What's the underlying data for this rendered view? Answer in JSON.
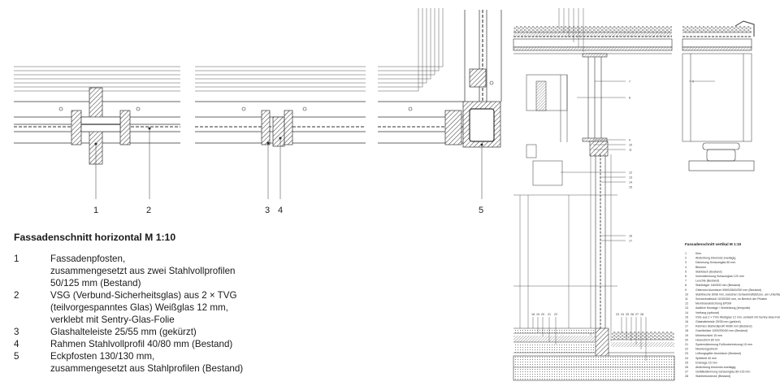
{
  "horizontal": {
    "title": "Fassadenschnitt horizontal M 1:10",
    "callouts": [
      "1",
      "2",
      "3",
      "4",
      "5"
    ],
    "items": [
      {
        "n": "1",
        "text": "Fassadenpfosten,\nzusammengesetzt aus zwei Stahlvollprofilen\n50/125 mm (Bestand)"
      },
      {
        "n": "2",
        "text": "VSG (Verbund-Sicherheitsglas) aus 2 × TVG\n(teilvorgespanntes Glas) Weißglas 12 mm,\nverklebt mit Sentry-Glas-Folie"
      },
      {
        "n": "3",
        "text": "Glashalteleiste 25/55 mm (gekürzt)"
      },
      {
        "n": "4",
        "text": "Rahmen Stahlvollprofil 40/80 mm (Bestand)"
      },
      {
        "n": "5",
        "text": "Eckpfosten 130/130 mm,\nzusammengesetzt aus Stahlprofilen (Bestand)"
      }
    ]
  },
  "vertical": {
    "title": "Fassadenschnitt vertikal M 1:10",
    "callouts_right": [
      "7",
      "8",
      "9",
      "10",
      "11",
      "12",
      "13",
      "14",
      "15",
      "16",
      "17"
    ],
    "callouts_left": [
      "9"
    ],
    "callouts_bottom": [
      "18",
      "19",
      "20",
      "21",
      "22",
      "23",
      "24",
      "25",
      "26",
      "27",
      "28"
    ],
    "legend": [
      {
        "n": "1",
        "text": "Kies"
      },
      {
        "n": "2",
        "text": "Abdichtung bitumnös zweilagig"
      },
      {
        "n": "3",
        "text": "Dämmung Schaumglas 80 mm"
      },
      {
        "n": "4",
        "text": "Bitumen"
      },
      {
        "n": "5",
        "text": "Stahldach (Bestand)"
      },
      {
        "n": "6",
        "text": "Innendämmung Schaumglas 120 mm"
      },
      {
        "n": "7",
        "text": "Leuchte (Bestand)"
      },
      {
        "n": "8",
        "text": "Stahlträger 180/500 mm (Bestand)"
      },
      {
        "n": "9",
        "text": "Gitterrost Aluminium 5900/2800/250 mm (Bestand)"
      },
      {
        "n": "10",
        "text": "Stahlbleche 6008 mm, zwischen Schwerkraftstützen, am Unterflansch verschweißt"
      },
      {
        "n": "11",
        "text": "Schwerkraftstoß 10/30/300 mm, im Bereich der Pfosten"
      },
      {
        "n": "12",
        "text": "Membranabdichtung EPDM"
      },
      {
        "n": "13",
        "text": "Additive Montage / Verkleidung (temporär)"
      },
      {
        "n": "14",
        "text": "Verfiang (optional)"
      },
      {
        "n": "15",
        "text": "VSG aus 2 × TVG Weißglas 12 mm, verklebt mit Sentry-Glas-Folie"
      },
      {
        "n": "16",
        "text": "Glashalteleiste 25/35 mm (gekürzt)"
      },
      {
        "n": "17",
        "text": "Rahmen Stahlvollprofil 40/80 mm (Bestand)"
      },
      {
        "n": "18",
        "text": "Granitstütze 1000/200/40 mm (Bestand)"
      },
      {
        "n": "19",
        "text": "Mörtelschicht 15 mm"
      },
      {
        "n": "20",
        "text": "Heizestrich 80 mm"
      },
      {
        "n": "21",
        "text": "Systemdämmung Fußbodenheizung 15 mm"
      },
      {
        "n": "22",
        "text": "Niveliersgschicht"
      },
      {
        "n": "23",
        "text": "Lüftungsgitter Aluminium (Bestand)"
      },
      {
        "n": "24",
        "text": "Splittbett 40 mm"
      },
      {
        "n": "25",
        "text": "Drainage 15 mm"
      },
      {
        "n": "26",
        "text": "Abdichtung bitumnös zweilagig"
      },
      {
        "n": "27",
        "text": "Gefälledämmung Schaumglas 80-215 mm"
      },
      {
        "n": "28",
        "text": "Stahlbetondecke (Bestand)"
      }
    ]
  }
}
